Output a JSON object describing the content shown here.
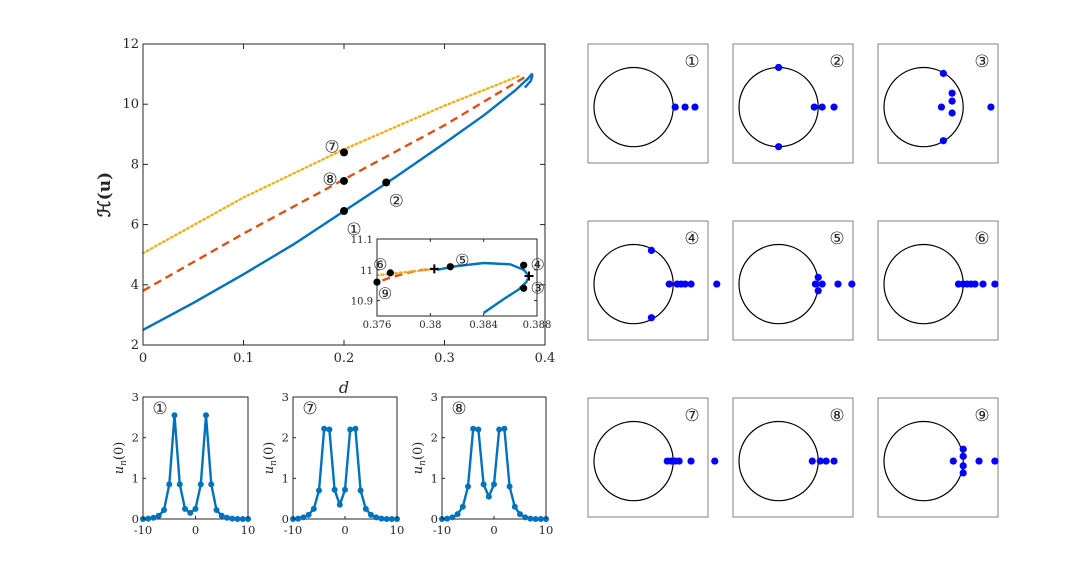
{
  "colors": {
    "stable": "#0072BD",
    "dashed": "#D95319",
    "dotted": "#EDB120",
    "marker": "#000000",
    "circle_points": "#0000FF",
    "axis": "#262626",
    "panel_border": "#808080"
  },
  "chart_data": [
    {
      "id": "main",
      "type": "line",
      "xlabel": "d",
      "ylabel": "ℋ(u)",
      "xlim": [
        0,
        0.4
      ],
      "ylim": [
        2,
        12
      ],
      "xticks": [
        0,
        0.1,
        0.2,
        0.3,
        0.4
      ],
      "yticks": [
        2,
        4,
        6,
        8,
        10,
        12
      ],
      "xtick_labels": [
        "0",
        "0.1",
        "0.2",
        "0.3",
        "0.4"
      ],
      "ytick_labels": [
        "2",
        "4",
        "6",
        "8",
        "10",
        "12"
      ],
      "series": [
        {
          "style": "solid",
          "x": [
            0,
            0.05,
            0.1,
            0.15,
            0.2,
            0.25,
            0.3,
            0.34,
            0.37,
            0.383,
            0.387,
            0.3875,
            0.386,
            0.38
          ],
          "y": [
            2.5,
            3.4,
            4.35,
            5.35,
            6.45,
            7.55,
            8.7,
            9.65,
            10.45,
            10.85,
            11.0,
            10.95,
            10.78,
            10.55
          ]
        },
        {
          "style": "dashed",
          "x": [
            0,
            0.1,
            0.2,
            0.3,
            0.38
          ],
          "y": [
            3.8,
            5.7,
            7.5,
            9.3,
            10.9
          ]
        },
        {
          "style": "dotted",
          "x": [
            0,
            0.1,
            0.2,
            0.3,
            0.376
          ],
          "y": [
            5.05,
            6.9,
            8.5,
            9.95,
            10.96
          ]
        }
      ],
      "markers": [
        {
          "label": "①",
          "x": 0.2,
          "y": 6.45,
          "label_pos": "below-right"
        },
        {
          "label": "②",
          "x": 0.242,
          "y": 7.4,
          "label_pos": "below-right"
        },
        {
          "label": "⑦",
          "x": 0.2,
          "y": 8.4,
          "label_pos": "above-left"
        },
        {
          "label": "⑧",
          "x": 0.2,
          "y": 7.45,
          "label_pos": "left"
        }
      ]
    },
    {
      "id": "inset",
      "type": "line",
      "xlim": [
        0.376,
        0.388
      ],
      "ylim": [
        10.85,
        11.1
      ],
      "xticks": [
        0.376,
        0.38,
        0.384,
        0.388
      ],
      "yticks": [
        10.9,
        11,
        11.1
      ],
      "xtick_labels": [
        "0.376",
        "0.38",
        "0.384",
        "0.388"
      ],
      "ytick_labels": [
        "10.9",
        "11",
        "11.1"
      ],
      "series": [
        {
          "style": "solid",
          "x": [
            0.3805,
            0.382,
            0.384,
            0.386,
            0.387,
            0.3874,
            0.3872,
            0.3866,
            0.3855,
            0.384
          ],
          "y": [
            11.0,
            11.012,
            11.022,
            11.018,
            11.0,
            10.98,
            10.96,
            10.935,
            10.905,
            10.86
          ]
        },
        {
          "style": "dashed",
          "x": [
            0.3755,
            0.377,
            0.379,
            0.3805
          ],
          "y": [
            10.95,
            10.975,
            10.998,
            11.003
          ]
        },
        {
          "style": "dotted",
          "x": [
            0.376,
            0.378,
            0.3805
          ],
          "y": [
            10.982,
            10.992,
            11.003
          ]
        }
      ],
      "markers": [
        {
          "label": "⑥",
          "x": 0.377,
          "y": 10.99,
          "label_pos": "above-left"
        },
        {
          "label": "⑤",
          "x": 0.3815,
          "y": 11.01,
          "label_pos": "above"
        },
        {
          "label": "④",
          "x": 0.387,
          "y": 11.015,
          "label_pos": "right"
        },
        {
          "label": "③",
          "x": 0.387,
          "y": 10.94,
          "label_pos": "right"
        },
        {
          "label": "⑨",
          "x": 0.376,
          "y": 10.96,
          "label_pos": "below"
        }
      ],
      "crosses": [
        {
          "x": 0.3803,
          "y": 11.003
        },
        {
          "x": 0.3874,
          "y": 10.98
        }
      ]
    },
    {
      "id": "profile-1",
      "type": "line",
      "title": "①",
      "xlabel": "",
      "ylabel": "u_n(0)",
      "xlim": [
        -10,
        10
      ],
      "ylim": [
        0,
        3
      ],
      "xticks": [
        -10,
        0,
        10
      ],
      "yticks": [
        0,
        1,
        2,
        3
      ],
      "xtick_labels": [
        "-10",
        "0",
        "10"
      ],
      "ytick_labels": [
        "0",
        "1",
        "2",
        "3"
      ],
      "x": [
        -10,
        -9,
        -8,
        -7,
        -6,
        -5,
        -4,
        -3,
        -2,
        -1,
        0,
        1,
        2,
        3,
        4,
        5,
        6,
        7,
        8,
        9,
        10
      ],
      "values": [
        0.0,
        0.01,
        0.03,
        0.08,
        0.22,
        0.85,
        2.55,
        0.85,
        0.25,
        0.15,
        0.25,
        0.85,
        2.55,
        0.85,
        0.22,
        0.08,
        0.03,
        0.01,
        0.0,
        0.0,
        0.0
      ]
    },
    {
      "id": "profile-7",
      "type": "line",
      "title": "⑦",
      "xlabel": "",
      "ylabel": "u_n(0)",
      "xlim": [
        -10,
        10
      ],
      "ylim": [
        0,
        3
      ],
      "xticks": [
        -10,
        0,
        10
      ],
      "yticks": [
        0,
        1,
        2,
        3
      ],
      "xtick_labels": [
        "-10",
        "0",
        "10"
      ],
      "ytick_labels": [
        "0",
        "1",
        "2",
        "3"
      ],
      "x": [
        -10,
        -9,
        -8,
        -7,
        -6,
        -5,
        -4,
        -3,
        -2,
        -1,
        0,
        1,
        2,
        3,
        4,
        5,
        6,
        7,
        8,
        9,
        10
      ],
      "values": [
        0.0,
        0.01,
        0.04,
        0.1,
        0.25,
        0.7,
        2.22,
        2.2,
        0.72,
        0.35,
        0.72,
        2.2,
        2.22,
        0.7,
        0.25,
        0.1,
        0.04,
        0.01,
        0.0,
        0.0,
        0.0
      ]
    },
    {
      "id": "profile-8",
      "type": "line",
      "title": "⑧",
      "xlabel": "",
      "ylabel": "u_n(0)",
      "xlim": [
        -10,
        10
      ],
      "ylim": [
        0,
        3
      ],
      "xticks": [
        -10,
        0,
        10
      ],
      "yticks": [
        0,
        1,
        2,
        3
      ],
      "xtick_labels": [
        "-10",
        "0",
        "10"
      ],
      "ytick_labels": [
        "0",
        "1",
        "2",
        "3"
      ],
      "x": [
        -10,
        -9,
        -8,
        -7,
        -6,
        -5,
        -4,
        -3,
        -2,
        -1,
        0,
        1,
        2,
        3,
        4,
        5,
        6,
        7,
        8,
        9,
        10
      ],
      "values": [
        0.0,
        0.01,
        0.04,
        0.12,
        0.3,
        0.8,
        2.22,
        2.2,
        0.85,
        0.55,
        0.85,
        2.2,
        2.22,
        0.8,
        0.3,
        0.12,
        0.04,
        0.01,
        0.0,
        0.0,
        0.0
      ]
    },
    {
      "id": "spectra",
      "type": "scatter",
      "panels": [
        {
          "label": "①",
          "points": [
            [
              1.05,
              0
            ],
            [
              1.3,
              0
            ],
            [
              1.55,
              0
            ]
          ]
        },
        {
          "label": "②",
          "points": [
            [
              0,
              1
            ],
            [
              0,
              -1
            ],
            [
              0.9,
              0
            ],
            [
              1.1,
              0
            ],
            [
              1.4,
              0
            ]
          ]
        },
        {
          "label": "③",
          "points": [
            [
              0.5,
              0.85
            ],
            [
              0.72,
              0.35
            ],
            [
              0.72,
              0.15
            ],
            [
              0.72,
              -0.15
            ],
            [
              0.5,
              -0.85
            ],
            [
              0.45,
              0
            ],
            [
              1.7,
              0
            ]
          ]
        },
        {
          "label": "④",
          "points": [
            [
              0.45,
              0.85
            ],
            [
              0.45,
              -0.85
            ],
            [
              0.9,
              0
            ],
            [
              1.1,
              0
            ],
            [
              1.2,
              0
            ],
            [
              1.3,
              0
            ],
            [
              1.45,
              0
            ],
            [
              2.1,
              0
            ]
          ]
        },
        {
          "label": "⑤",
          "points": [
            [
              1.0,
              0.17
            ],
            [
              1.0,
              -0.17
            ],
            [
              0.93,
              0
            ],
            [
              1.1,
              0
            ],
            [
              1.5,
              0
            ],
            [
              1.85,
              0
            ]
          ]
        },
        {
          "label": "⑥",
          "points": [
            [
              0.88,
              0
            ],
            [
              1.0,
              0
            ],
            [
              1.1,
              0
            ],
            [
              1.2,
              0
            ],
            [
              1.3,
              0
            ],
            [
              1.5,
              0
            ],
            [
              1.8,
              0
            ]
          ]
        },
        {
          "label": "⑦",
          "points": [
            [
              0.85,
              0
            ],
            [
              0.95,
              0
            ],
            [
              1.05,
              0
            ],
            [
              1.15,
              0
            ],
            [
              1.45,
              0
            ],
            [
              2.05,
              0
            ],
            [
              2.65,
              0
            ]
          ]
        },
        {
          "label": "⑧",
          "points": [
            [
              0.85,
              0
            ],
            [
              1.05,
              0
            ],
            [
              1.2,
              0
            ],
            [
              1.4,
              0
            ],
            [
              2.65,
              0
            ]
          ]
        },
        {
          "label": "⑨",
          "points": [
            [
              0.75,
              0
            ],
            [
              1.0,
              0.3
            ],
            [
              1.0,
              0.12
            ],
            [
              1.0,
              -0.12
            ],
            [
              1.0,
              -0.3
            ],
            [
              1.4,
              0
            ],
            [
              1.8,
              0
            ]
          ]
        }
      ]
    }
  ]
}
